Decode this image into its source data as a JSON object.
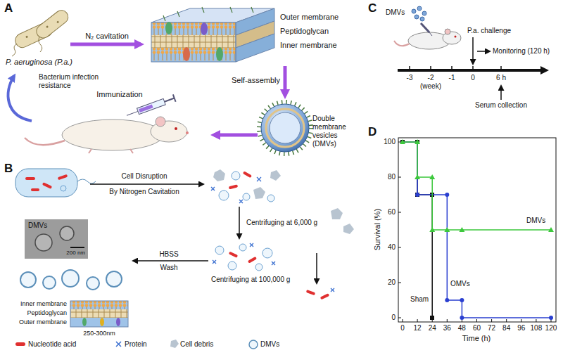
{
  "diagram": {
    "labels": [
      "A",
      "N₂ cavitation",
      "P. aeruginosa (P.a.)",
      "Outer membrane",
      "Peptidoglycan",
      "Inner membrane",
      "Self-assembly",
      "Bacterium infection resistance",
      "Immunization",
      "Double membrane vesicles (DMVs)",
      "B",
      "Cell Disruption",
      "By Nitrogen Cavitation",
      "DMVs",
      "200 nm",
      "Centrifuging at 6,000 g",
      "Centrifuging at 100,000 g",
      "HBSS",
      "Wash",
      "Inner membrane",
      "Peptidoglycan",
      "Outer membrane",
      "250-300nm",
      "C",
      "DMVs",
      "P.a. challenge",
      "Monitoring (120 h)",
      "-3",
      "-2",
      "-1",
      "(week)",
      "0",
      "6 h",
      "Serum collection",
      "D",
      "Survival (%)",
      "100",
      "80",
      "60",
      "40",
      "20",
      "0",
      "0",
      "12",
      "24",
      "36",
      "48",
      "60",
      "72",
      "84",
      "96",
      "108",
      "120",
      "Time (h)",
      "DMVs",
      "OMVs",
      "Sham"
    ],
    "legend": [
      {
        "text": "Nucleotide acid"
      },
      {
        "text": "Protein"
      },
      {
        "text": "Cell debris"
      },
      {
        "text": "DMVs"
      }
    ]
  }
}
